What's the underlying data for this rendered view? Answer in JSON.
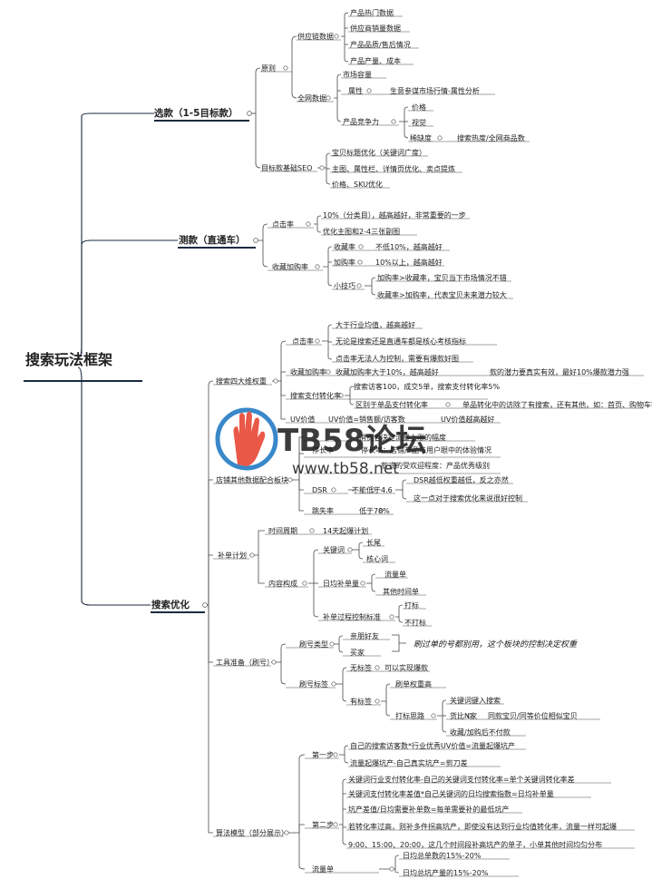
{
  "root": "搜索玩法框架",
  "watermark": {
    "logo_text": "TB58论坛",
    "url": "www.tb58.net"
  },
  "note": "刷过单的号都别用，这个板块的控制决定权重",
  "colors": {
    "line": "#4a4a4a",
    "root_line": "#1a2a40",
    "underline": "#1a2a40",
    "watermark": "#2b7fc0",
    "logo": "#e8412e"
  },
  "tree": {
    "xuankuan": {
      "label": "选款（1-5目标款）",
      "yuanze": {
        "label": "原则",
        "gongying": {
          "label": "供应链数据",
          "items": [
            "产品热门数据",
            "供应商销量数据",
            "产品品质/售后情况",
            "产品产量、成本"
          ]
        },
        "quanwang": {
          "label": "全网数据",
          "shichang": "市场容量",
          "shuxing": {
            "label": "属性",
            "value": "生意参谋市场行情-属性分析"
          },
          "jingzheng": {
            "label": "产品竞争力",
            "jiage": "价格",
            "shijue": "视觉",
            "quefa": {
              "label": "稀缺度",
              "value": "搜索热度/全网商品数"
            }
          }
        }
      },
      "seo": {
        "label": "目标款基础SEO",
        "items": [
          "宝贝标题优化（关键词广度）",
          "主图、属性栏、详情页优化、卖点提炼",
          "价格、SKU优化"
        ]
      }
    },
    "cekuan": {
      "label": "测款（直通车）",
      "dianji": {
        "label": "点击率",
        "items": [
          "10%（分类目），越高越好，非常重要的一步",
          "优化主图和2-4三张副图"
        ]
      },
      "shoujia": {
        "label": "收藏加购率",
        "shoucang": {
          "label": "收藏率",
          "value": "不低10%，越高越好"
        },
        "jiagou": {
          "label": "加购率",
          "value": "10%以上，越高越好"
        },
        "jiqiao": {
          "label": "小技巧",
          "items": [
            "加购率>收藏率，宝贝当下市场情况不错",
            "收藏率>加购率，代表宝贝未来潜力较大"
          ]
        }
      }
    },
    "sousuo": {
      "label": "搜索优化",
      "sida": {
        "label": "搜索四大维权重",
        "dianji": {
          "label": "点击率",
          "items": [
            "大于行业均值，越高越好",
            "无论是搜索还是直通车都是核心考核指标",
            "点击率无法人为控制，需要有爆款好图"
          ]
        },
        "shoujia": {
          "label": "收藏加购率",
          "value": "收藏加购率大于10%，越高越好",
          "extra": "款的潜力要真实有效，最好10%爆款潜力强"
        },
        "zhuanhua": {
          "label": "搜索支付转化率",
          "value": "搜索访客100，成交5单，搜索支付转化率5%",
          "sub": {
            "label": "区别于单品支付转化率",
            "value": "单品转化中的访除了有搜索，还有其他，如：首页、购物车等"
          }
        },
        "uv": {
          "label": "UV价值",
          "value": "UV价值=销售额/访客数",
          "extra": "UV价值越高越好"
        }
      },
      "dianpu": {
        "label": "店铺其他数据配合板块",
        "items": [
          "消费者决定流量上涨的幅度"
        ],
        "tingliu": {
          "label": "停长率",
          "value": "停长率：店铺产品与用户眼中的体验情况"
        },
        "mingxing": "款式的受欢迎程度：产品优秀级别",
        "dsr": {
          "label": "DSR",
          "value": "不能低于4.6",
          "items": [
            "DSR越低权重越低，反之亦然",
            "这一点对于搜索优化来说很好控制"
          ]
        },
        "tiaoshi": {
          "label": "跳失率",
          "value": "低于78%"
        }
      },
      "budan": {
        "label": "补单计划",
        "shijian": {
          "label": "时间周期",
          "value": "14天起爆计划"
        },
        "neirong": {
          "label": "内容构成",
          "guanjianci": {
            "label": "关键词",
            "items": [
              "长尾",
              "核心词"
            ]
          },
          "rijun": {
            "label": "日均补单量",
            "items": [
              "流量单",
              "其他时间单"
            ]
          },
          "guocheng": {
            "label": "补单过程控制标准",
            "items": [
              "打标",
              "不打标"
            ]
          }
        }
      },
      "gongju": {
        "label": "工具准备（刷号）",
        "leixing": {
          "label": "刷号类型",
          "items": [
            "亲朋好友",
            "买家"
          ]
        },
        "biaoqian": {
          "label": "刷号标签",
          "wubiao": {
            "label": "无标签",
            "value": "可以实现爆款"
          },
          "youbiao": {
            "label": "有标签",
            "value": "刷单权重高",
            "silu": {
              "label": "打标思路",
              "items": [
                "关键词键入搜索",
                "货比N家",
                "收藏/加购后不付款"
              ],
              "extra": "同款宝贝/同等价位相似宝贝"
            }
          }
        }
      },
      "suanfa": {
        "label": "算法模型（部分展示）",
        "step1": {
          "label": "第一步",
          "items": [
            "自己的搜索访客数*行业优秀UV价值=流量起爆坑产",
            "流量起爆坑产-自己真实坑产=剪刀差"
          ]
        },
        "step2": {
          "label": "第二步",
          "items": [
            "关键词行业支付转化率-自己的关键词支付转化率=单个关键词转化率差",
            "关键词支付转化率差值*自己关键词的日均搜索指数=日均补单量",
            "坑产差值/日均需要补单数=每单需要补的最低坑产",
            "若转化率过高，则补多件拐高坑产，即使没有达到行业均值转化率，流量一样可起爆",
            "9:00、15:00、20:00，这几个时间段补高坑产的单子，小单其他时间均匀分布"
          ]
        },
        "liuliang": {
          "label": "流量单",
          "items": [
            "日均总单数的15%-20%",
            "日均总坑产量的15%-20%"
          ]
        }
      }
    }
  }
}
